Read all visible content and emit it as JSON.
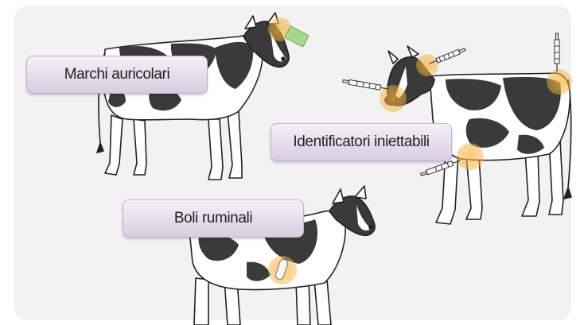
{
  "labels": {
    "ear_tags": "Marchi auricolari",
    "injectable": "Identificatori iniettabili",
    "boluses": "Boli ruminali"
  },
  "colors": {
    "highlight": "#f5b342",
    "label_bg_top": "#f6f0f8",
    "label_bg_bottom": "#d9cce0",
    "cow_patch": "#3a3a3a",
    "panel": "#f2f2f3"
  },
  "icons": [
    "ear-tag-icon",
    "syringe-icon",
    "bolus-icon"
  ]
}
